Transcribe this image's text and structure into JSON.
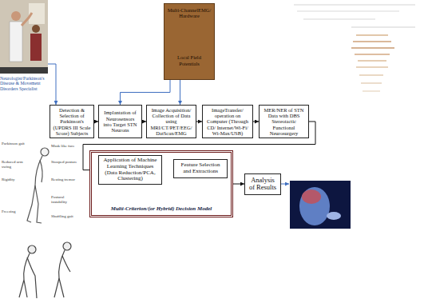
{
  "diagram": {
    "nodes": [
      {
        "text": [
          "Multi-ChannelEMG/ Hardware",
          "Local Field Potentials"
        ]
      },
      {
        "text": [
          "Detection & Selection of Parkinson's (UPDRS III Scale Score) Subjects"
        ]
      },
      {
        "text": [
          "Implantation of Neurosensors into Target STN Neurons"
        ]
      },
      {
        "text": [
          "Image Acquisition/ Collection of Data using MRI/CT/PET/EEG/ DatScan/EMG"
        ]
      },
      {
        "text": [
          "ImageTransfer/ operation on Computer (Through CD/ Internet/Wi-Fi/ Wi-Max/USB)"
        ]
      },
      {
        "text": [
          "MER/NER of STN Data with DBS Stereotactic Functional Neurosurgery"
        ]
      },
      {
        "text": [
          "Multi-Criterion/(or Hybrid) Decision Model"
        ]
      },
      {
        "text": [
          "Application of Machine Learning Techniques (Data Reduction/PCA, Clustering)"
        ],
        "in": 6
      },
      {
        "text": [
          "Feature Selection and Extractions"
        ],
        "in": 6
      },
      {
        "text": [
          "Analysis of Results"
        ]
      }
    ],
    "edges": [
      {
        "from": 1,
        "to": 2,
        "arrow": "to"
      },
      {
        "from": 2,
        "to": 3,
        "arrow": "to"
      },
      {
        "from": 3,
        "to": 4,
        "arrow": "to"
      },
      {
        "from": 4,
        "to": 5,
        "arrow": "to"
      },
      {
        "from": 0,
        "to": 2,
        "arrow": "to"
      },
      {
        "from": 0,
        "to": 3,
        "arrow": "to"
      },
      {
        "from": 5,
        "to": 7,
        "arrow": "to"
      },
      {
        "from": 7,
        "to": 8,
        "arrow": "to"
      },
      {
        "from": 6,
        "to": 9,
        "arrow": "to"
      }
    ],
    "labels": [
      "Neurologist/Parkinson's Disease & Movement Disorders Specialist",
      "Parkinson gait",
      "Mask like face",
      "Reduced arm swing",
      "Stooped posture",
      "Rigidity",
      "Resting tremor",
      "Postural instability",
      "Freezing",
      "Shuffling gait"
    ]
  }
}
